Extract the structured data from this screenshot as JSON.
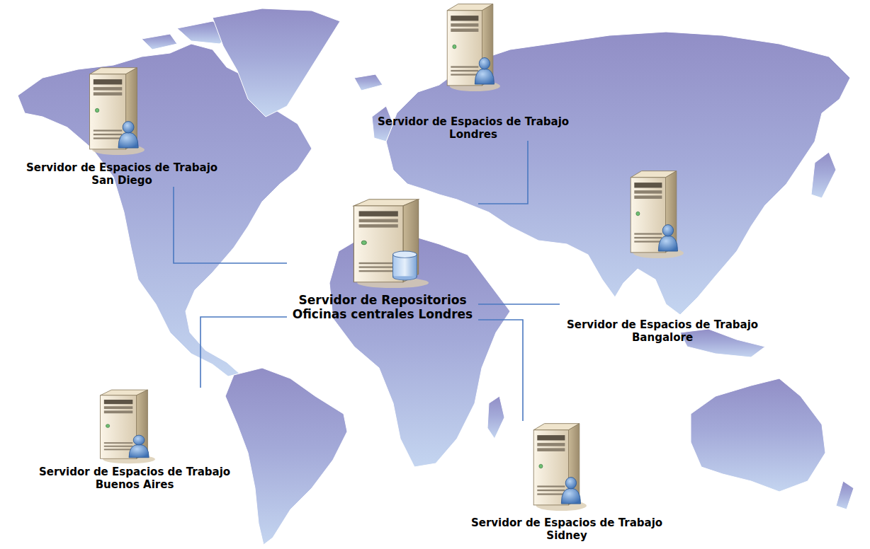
{
  "diagram": {
    "nodes": [
      {
        "text": [
          "Servidor de Espacios de Trabajo Londres"
        ]
      },
      {
        "text": [
          "Servidor de Espacios de Trabajo San Diego"
        ]
      },
      {
        "text": [
          "Servidor de Repositorios Oficinas centrales Londres"
        ]
      },
      {
        "text": [
          "Servidor de Espacios de Trabajo Bangalore"
        ]
      },
      {
        "text": [
          "Servidor de Espacios de Trabajo Buenos Aires"
        ]
      },
      {
        "text": [
          "Servidor de Espacios de Trabajo Sidney"
        ]
      }
    ],
    "edges": [
      {
        "from": 2,
        "to": 0,
        "arrow": "none"
      },
      {
        "from": 2,
        "to": 1,
        "arrow": "none"
      },
      {
        "from": 2,
        "to": 3,
        "arrow": "none"
      },
      {
        "from": 2,
        "to": 4,
        "arrow": "none"
      },
      {
        "from": 2,
        "to": 5,
        "arrow": "none"
      }
    ]
  }
}
